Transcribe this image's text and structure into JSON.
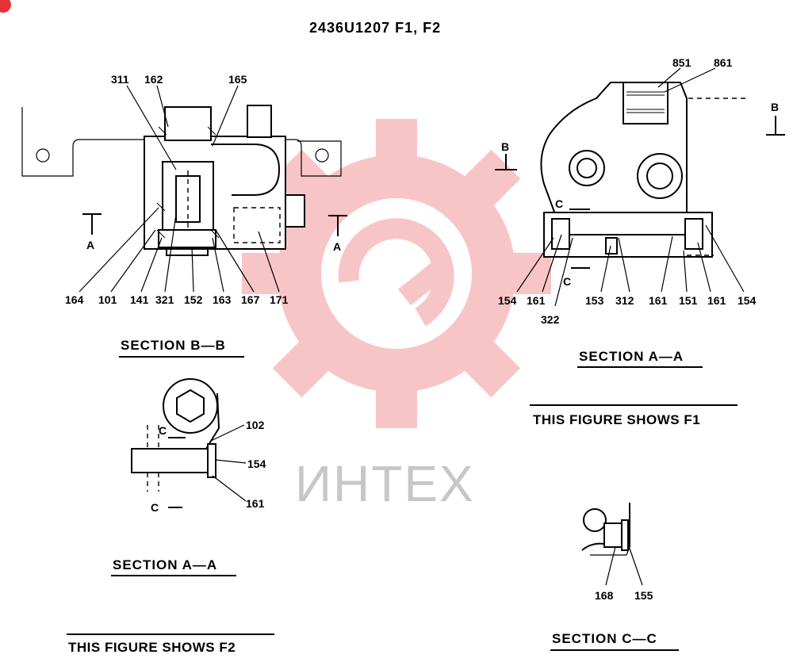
{
  "drawing": {
    "title": "2436U1207 F1, F2",
    "watermark": {
      "text": "ИНТЕХ",
      "color": "#e8333a"
    },
    "section_bb": {
      "caption": "SECTION  B—B",
      "cut_marks": [
        "A",
        "A"
      ],
      "parts": [
        "311",
        "162",
        "165",
        "164",
        "101",
        "141",
        "321",
        "152",
        "163",
        "167",
        "171"
      ]
    },
    "section_aa_f1": {
      "caption": "SECTION  A—A",
      "cut_marks": [
        "B",
        "B",
        "C",
        "C"
      ],
      "parts": [
        "851",
        "861",
        "154",
        "161",
        "322",
        "153",
        "312",
        "161",
        "151",
        "161",
        "154"
      ],
      "note": "THIS FIGURE SHOWS   F1"
    },
    "section_aa_f2": {
      "caption": "SECTION  A—A",
      "cut_marks": [
        "C",
        "C"
      ],
      "parts": [
        "102",
        "154",
        "161"
      ],
      "note": "THIS FIGURE SHOWS   F2"
    },
    "section_cc": {
      "caption": "SECTION  C—C",
      "parts": [
        "168",
        "155"
      ]
    }
  }
}
